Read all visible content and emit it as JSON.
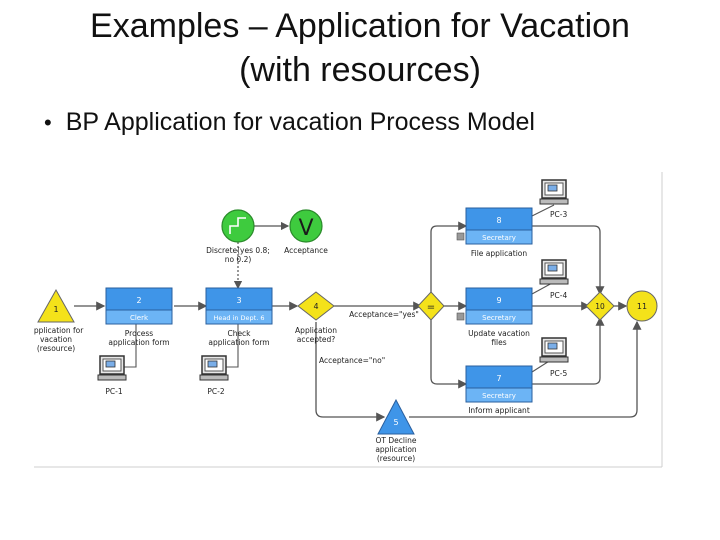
{
  "slide": {
    "title_line1": "Examples – Application for Vacation",
    "title_line2": "(with resources)",
    "bullet": "BP Application for vacation Process Model"
  },
  "diagram": {
    "events": {
      "e1": {
        "id": "1",
        "label": [
          "Application for",
          "vacation",
          "(resource)"
        ]
      },
      "e4": {
        "id": "4",
        "label": [
          "Application",
          "accepted?"
        ]
      },
      "e10": {
        "id": "10",
        "label": []
      },
      "e11": {
        "id": "11",
        "label": []
      },
      "e5": {
        "id": "5",
        "label": [
          "OT Decline",
          "application",
          "(resource)"
        ]
      }
    },
    "tasks": {
      "t2": {
        "id": "2",
        "role": "Clerk",
        "label": [
          "Process",
          "application form"
        ]
      },
      "t3": {
        "id": "3",
        "role": "Head in Dept. 6",
        "label": [
          "Check",
          "application form"
        ]
      },
      "t8": {
        "id": "8",
        "role": "Secretary",
        "label": [
          "File application"
        ]
      },
      "t9": {
        "id": "9",
        "role": "Secretary",
        "label": [
          "Update vacation",
          "files"
        ]
      },
      "t7": {
        "id": "7",
        "role": "Secretary",
        "label": [
          "Inform applicant"
        ]
      }
    },
    "timer": {
      "label": [
        "Discrete(yes 0.8;",
        "no 0.2)"
      ]
    },
    "decision": {
      "label": [
        "Acceptance"
      ],
      "glyph": "V"
    },
    "and_split": {
      "symbol": "="
    },
    "pcs": {
      "pc1": "PC-1",
      "pc2": "PC-2",
      "pc3": "PC-3",
      "pc4": "PC-4",
      "pc5": "PC-5"
    },
    "conditions": {
      "yes": "Acceptance=\"yes\"",
      "no": "Acceptance=\"no\""
    },
    "colors": {
      "event_fill": "#f4e21a",
      "task_fill": "#3f95e8",
      "task_header": "#6cb4f5",
      "timer_fill": "#3ecb3e",
      "end_fill": "#3f95e8",
      "line": "#555555"
    }
  }
}
